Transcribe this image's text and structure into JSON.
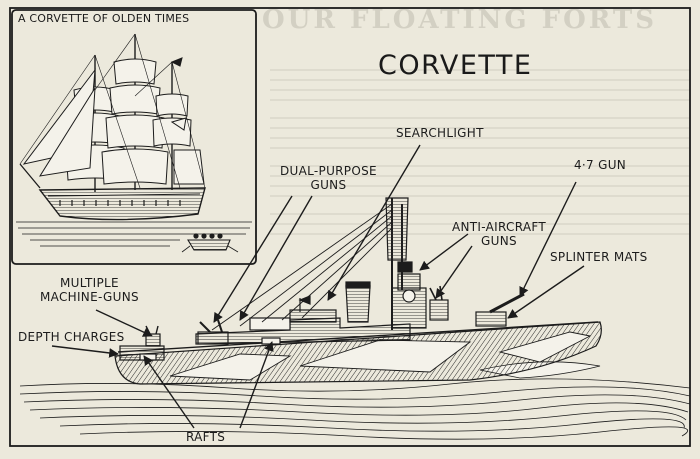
{
  "title": "CORVETTE",
  "inset": {
    "caption": "A CORVETTE OF OLDEN TIMES"
  },
  "labels": {
    "searchlight": "SEARCHLIGHT",
    "dual_purpose_1": "DUAL-PURPOSE",
    "dual_purpose_2": "GUNS",
    "gun_47": "4·7 GUN",
    "anti_aircraft_1": "ANTI-AIRCRAFT",
    "anti_aircraft_2": "GUNS",
    "splinter_mats": "SPLINTER MATS",
    "multiple_mg_1": "MULTIPLE",
    "multiple_mg_2": "MACHINE-GUNS",
    "depth_charges": "DEPTH CHARGES",
    "rafts": "RAFTS"
  },
  "background_heading": "OUR FLOATING FORTS",
  "colors": {
    "paper": "#ece9dc",
    "ink": "#1c1c1c",
    "faint_text": "#c9c6b8"
  }
}
